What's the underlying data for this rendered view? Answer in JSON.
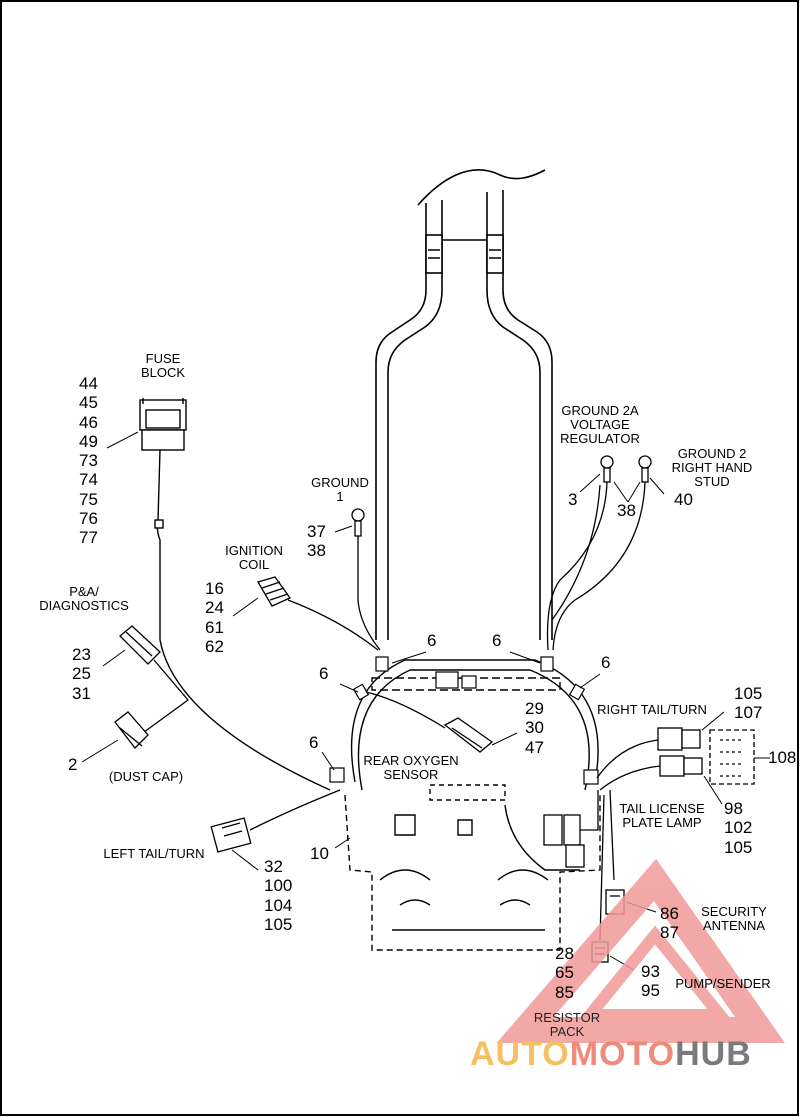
{
  "labels": {
    "fuse_block": [
      "FUSE",
      "BLOCK"
    ],
    "ground1": [
      "GROUND",
      "1"
    ],
    "ground2a": [
      "GROUND 2A",
      "VOLTAGE",
      "REGULATOR"
    ],
    "ground2": [
      "GROUND 2",
      "RIGHT HAND",
      "STUD"
    ],
    "ignition_coil": [
      "IGNITION",
      "COIL"
    ],
    "pa_diagnostics": [
      "P&A/",
      "DIAGNOSTICS"
    ],
    "dust_cap": "(DUST CAP)",
    "rear_oxygen": [
      "REAR OXYGEN",
      "SENSOR"
    ],
    "right_tail_turn": "RIGHT TAIL/TURN",
    "left_tail_turn": "LEFT TAIL/TURN",
    "tail_license": [
      "TAIL LICENSE",
      "PLATE LAMP"
    ],
    "security_antenna": [
      "SECURITY",
      "ANTENNA"
    ],
    "pump_sender": "PUMP/SENDER",
    "resistor_pack": [
      "RESISTOR",
      "PACK"
    ]
  },
  "callouts": {
    "fuse_block": [
      "44",
      "45",
      "46",
      "49",
      "73",
      "74",
      "75",
      "76",
      "77"
    ],
    "ground1": [
      "37",
      "38"
    ],
    "ground2a": "3",
    "ground_shared": "38",
    "ground2": "40",
    "ignition_coil": [
      "16",
      "24",
      "61",
      "62"
    ],
    "pa_diagnostics": [
      "23",
      "25",
      "31"
    ],
    "dust_cap": "2",
    "clip_6": [
      "6",
      "6",
      "6",
      "6",
      "6"
    ],
    "rear_oxygen": [
      "29",
      "30",
      "47"
    ],
    "right_tail_turn": [
      "105",
      "107"
    ],
    "connector_108": "108",
    "tail_license": [
      "98",
      "102",
      "105"
    ],
    "harness_10": "10",
    "left_tail_turn": [
      "32",
      "100",
      "104",
      "105"
    ],
    "security_antenna": [
      "86",
      "87"
    ],
    "resistor_pack": [
      "28",
      "65",
      "85"
    ],
    "pump_sender": [
      "93",
      "95"
    ]
  },
  "watermark": {
    "text_1": "AUTO",
    "text_2": "MOTO",
    "text_3": "HUB"
  },
  "colors": {
    "line": "#000000",
    "watermark_triangle": "#f29a9a",
    "watermark_auto": "#f5c062",
    "watermark_moto": "#f08a7a",
    "watermark_hub": "#7a7a7a"
  }
}
